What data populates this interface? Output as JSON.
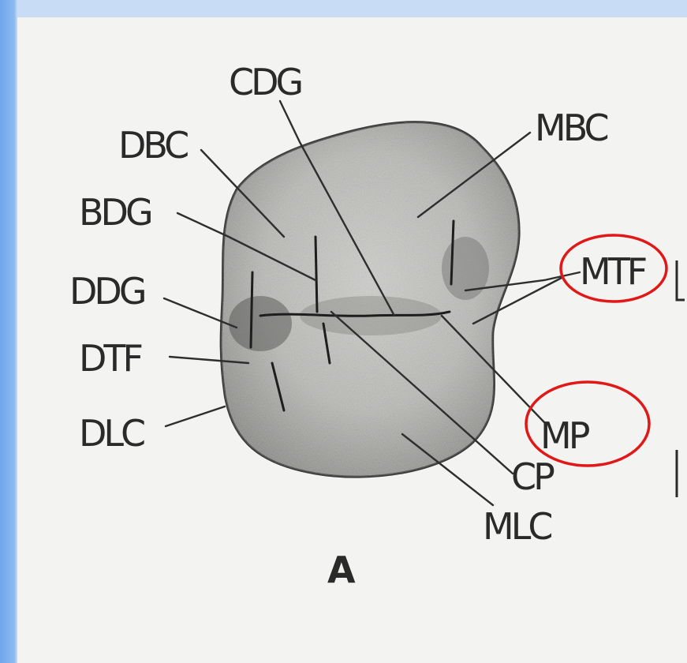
{
  "labels": {
    "cdg": "CDG",
    "mbc": "MBC",
    "dbc": "DBC",
    "bdg": "BDG",
    "mtf": "MTF",
    "ddg": "DDG",
    "dtf": "DTF",
    "dlc": "DLC",
    "mp": "MP",
    "cp": "CP",
    "mlc": "MLC",
    "panel": "A"
  },
  "highlight_color": "#e01818",
  "highlighted_labels": [
    "MTF",
    "MP"
  ]
}
